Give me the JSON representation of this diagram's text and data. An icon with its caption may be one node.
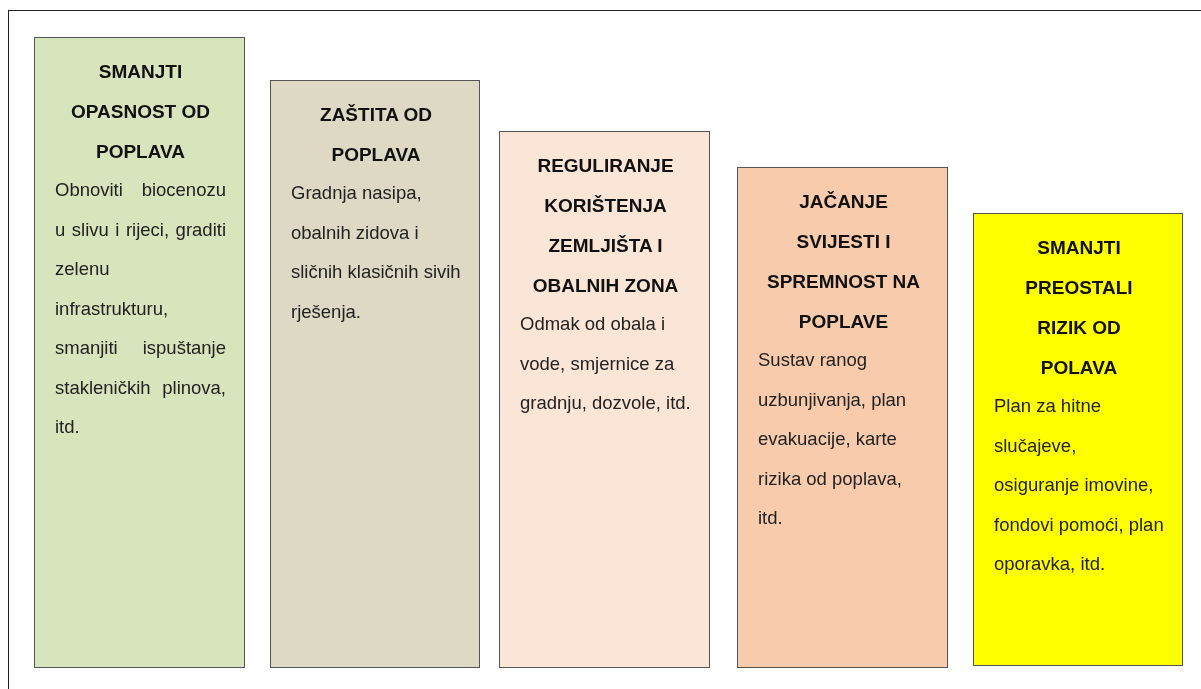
{
  "diagram": {
    "nodes": [
      {
        "text": [
          "SMANJTI OPASNOST OD POPLAVA",
          "Obnoviti biocenozu u slivu i rijeci, graditi zelenu infrastrukturu, smanjiti ispuštanje stakleničkih plinova, itd."
        ]
      },
      {
        "text": [
          "ZAŠTITA OD POPLAVA",
          "Gradnja nasipa, obalnih zidova i sličnih klasičnih sivih rješenja."
        ]
      },
      {
        "text": [
          "REGULIRANJE KORIŠTENJA ZEMLJIŠTA I OBALNIH ZONA",
          "Odmak od obala i vode, smjernice za gradnju, dozvole, itd."
        ]
      },
      {
        "text": [
          "JAČANJE SVIJESTI I SPREMNOST NA POPLAVE",
          "Sustav ranog uzbunjivanja, plan evakuacije, karte rizika od poplava, itd."
        ]
      },
      {
        "text": [
          "SMANJTI PREOSTALI RIZIK OD POLAVA",
          "Plan za hitne slučajeve, osiguranje imovine, fondovi pomoći, plan oporavka, itd."
        ]
      }
    ]
  }
}
